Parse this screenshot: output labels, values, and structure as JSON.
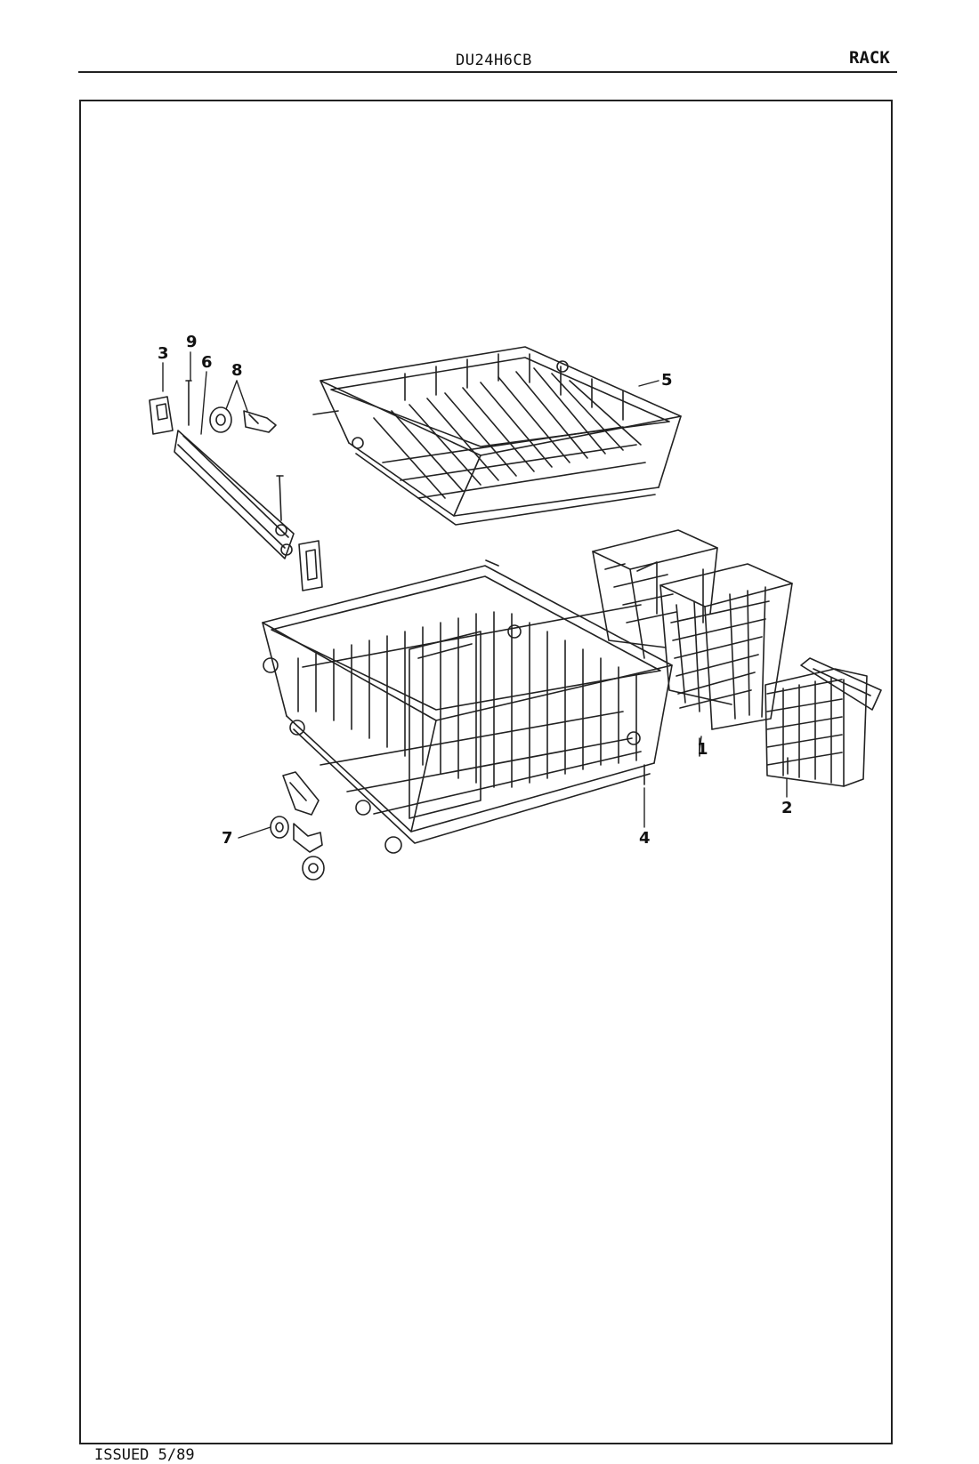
{
  "header": {
    "model": "DU24H6CB",
    "section": "RACK"
  },
  "footer": {
    "issued": "ISSUED 5/89"
  },
  "callouts": {
    "c1": "1",
    "c2": "2",
    "c3": "3",
    "c4": "4",
    "c5": "5",
    "c6": "6",
    "c7": "7",
    "c8": "8",
    "c9": "9"
  }
}
